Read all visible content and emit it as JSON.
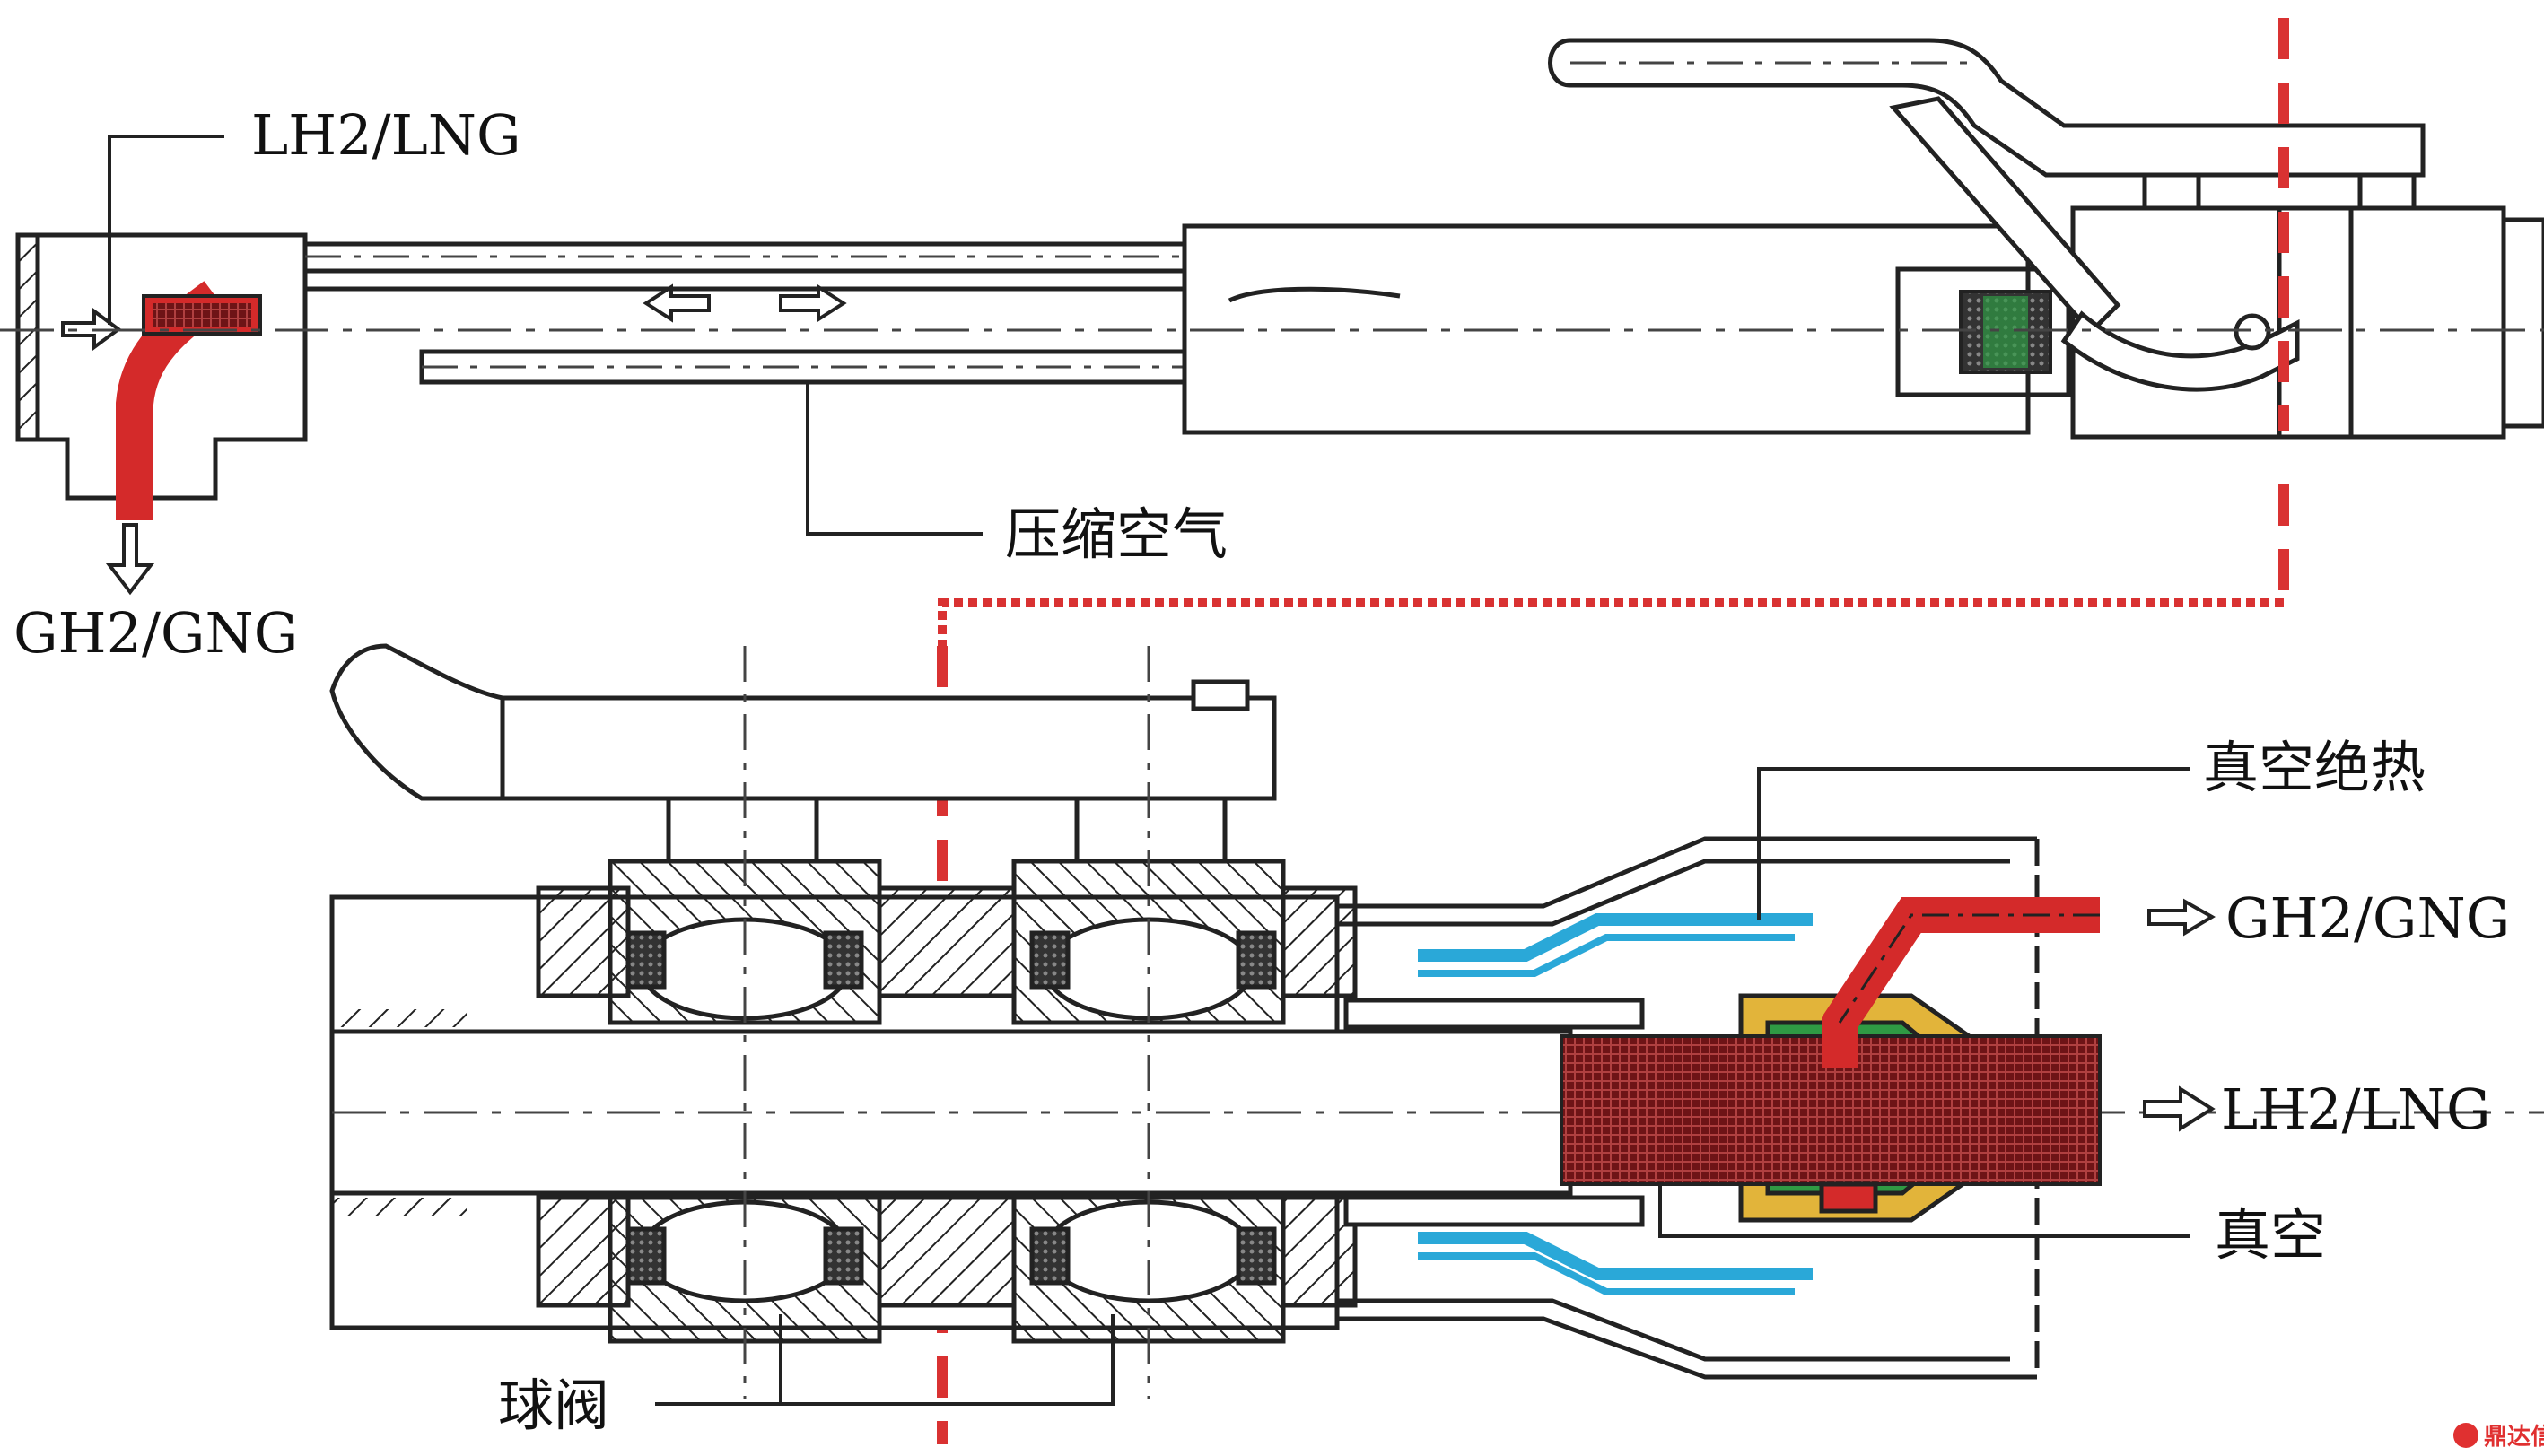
{
  "labels": {
    "top_inlet": "LH2/LNG",
    "top_outlet": "GH2/GNG",
    "compressed_air": "压缩空气",
    "vacuum_insulation": "真空绝热",
    "right_inlet": "GH2/GNG",
    "right_outlet": "LH2/LNG",
    "vacuum": "真空",
    "ball_valve": "球阀"
  },
  "watermark": {
    "icon": "dingdaxin-logo-icon",
    "text": "鼎达信"
  },
  "colors": {
    "line": "#222222",
    "red_flow": "#d42a2a",
    "dark_red": "#7a1518",
    "blue_insulation": "#2aa8d8",
    "green_seal": "#2f9a44",
    "yellow_body": "#e2b43a",
    "cut_line": "#d93232",
    "watermark": "#e03030"
  }
}
